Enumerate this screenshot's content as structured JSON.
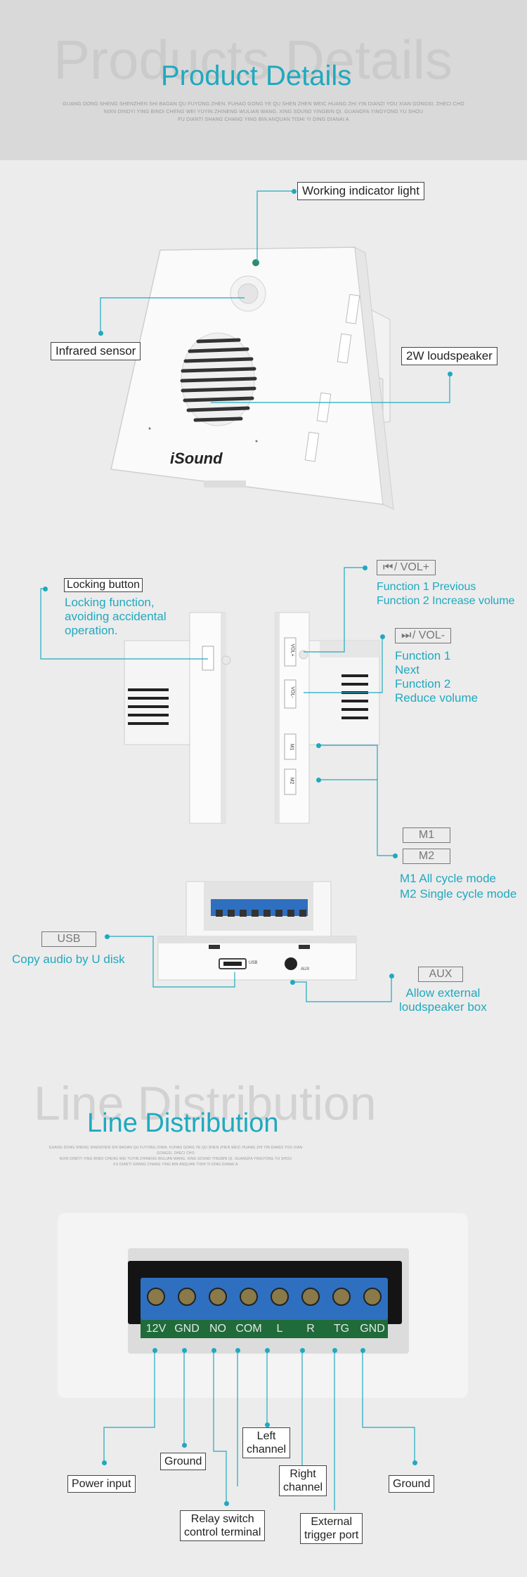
{
  "header": {
    "ghost_title": "Products Details",
    "title": "Product Details",
    "subtitle_lines": [
      "GUANG DONG SHENG SHENZHEN SHI BAOAN QU FUYONG ZHEN. FUHAO GONG YE QU SHEN ZHEN WEIC HUANG ZHI YIN DIANZI YOU XIAN GONGSI. ZHECI CHO",
      "NIXN DINDYI YING BINDI CHENG   WEI YUYIN ZHINENG WULIAN WANG. XING SOUND YINGBIN QI. GUANGFA YINGYONG YU SHOU",
      "FU DIANTI SHANG CHANG YING BIN ANQUAN TISHI YI DING DIANAI A"
    ]
  },
  "section1": {
    "brand": "iSound",
    "labels": {
      "indicator": "Working indicator light",
      "infrared": "Infrared sensor",
      "speaker": "2W loudspeaker"
    }
  },
  "section2": {
    "locking_label": "Locking button",
    "locking_desc": [
      "Locking function,",
      "avoiding accidental",
      "operation."
    ],
    "prev_label": "/ VOL+",
    "prev_desc": [
      "Function 1 Previous",
      "Function 2 Increase volume"
    ],
    "next_label": "/ VOL-",
    "next_desc": [
      "Function 1",
      "Next",
      "Function 2",
      "Reduce volume"
    ],
    "m1_label": "M1",
    "m2_label": "M2",
    "m_desc": [
      "M1 All cycle mode",
      "M2 Single cycle mode"
    ],
    "button_texts": [
      "VOL+",
      "VOL-",
      "M1",
      "M2"
    ]
  },
  "section3": {
    "usb_label": "USB",
    "usb_desc": "Copy audio by U disk",
    "aux_label": "AUX",
    "aux_desc": [
      "Allow external",
      "loudspeaker box"
    ],
    "port_usb_text": "USB",
    "port_aux_text": "AUX"
  },
  "section4": {
    "ghost_title": "Line Distribution",
    "title": "Line Distribution",
    "subtitle_lines": [
      "GUANG DONG SHENG SHENZHEN SHI BAOAN QU FUYONG ZHEN. FUHAO GONG YE QU SHEN ZHEN WEIC HUANG ZHI YIN DIANZI YOU XIAN GONGSI. ZHECI CHO",
      "NIXN DINDYI YING BINDI CHENG   WEI YUYIN ZHINENG WULIAN WANG. XING SOUND YINGBIN QI. GUANGFA YINGYONG YU SHOU",
      "FU DIANTI SHANG CHANG YING BIN ANQUAN TISHI YI DING DIANAI A"
    ],
    "terminals": [
      "12V",
      "GND",
      "NO",
      "COM",
      "L",
      "R",
      "TG",
      "GND"
    ],
    "labels": {
      "power": "Power input",
      "ground1": "Ground",
      "relay": [
        "Relay switch",
        "control terminal"
      ],
      "left": [
        "Left",
        "channel"
      ],
      "right": [
        "Right",
        "channel"
      ],
      "trigger": [
        "External",
        "trigger port"
      ],
      "ground2": "Ground"
    }
  },
  "colors": {
    "accent": "#1fa9bf",
    "terminal_blue": "#2f6fbf",
    "pcb_green": "#1f6b3a"
  }
}
